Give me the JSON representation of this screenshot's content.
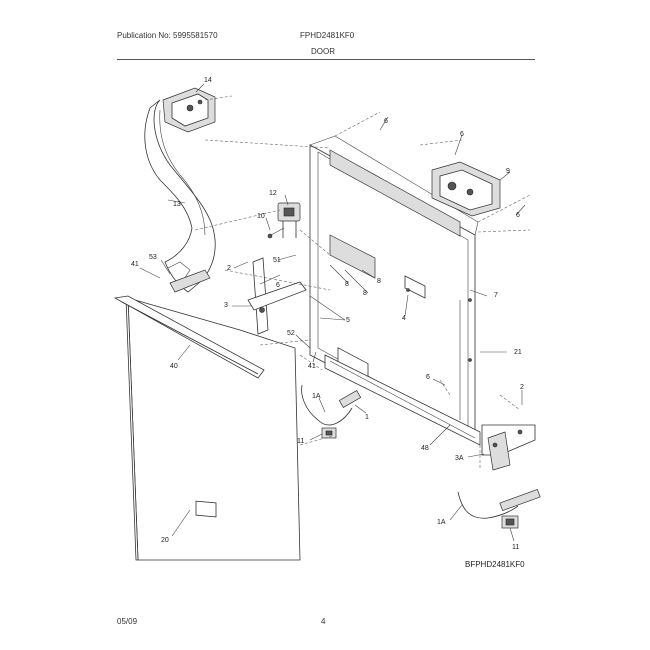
{
  "header": {
    "publication": "Publication No: 5995581570",
    "model": "FPHD2481KF0",
    "section": "DOOR"
  },
  "footer": {
    "date": "05/09",
    "page": "4"
  },
  "diagram": {
    "reference_code": "BFPHD2481KF0",
    "callouts": [
      {
        "id": "c14",
        "text": "14"
      },
      {
        "id": "c13",
        "text": "13"
      },
      {
        "id": "c12",
        "text": "12"
      },
      {
        "id": "c10",
        "text": "10"
      },
      {
        "id": "c53",
        "text": "53"
      },
      {
        "id": "c41a",
        "text": "41"
      },
      {
        "id": "c2a",
        "text": "2"
      },
      {
        "id": "c3",
        "text": "3"
      },
      {
        "id": "c51",
        "text": "51"
      },
      {
        "id": "c6a",
        "text": "6"
      },
      {
        "id": "c6b",
        "text": "6"
      },
      {
        "id": "c6c",
        "text": "6"
      },
      {
        "id": "c6d",
        "text": "6"
      },
      {
        "id": "c6e",
        "text": "6"
      },
      {
        "id": "c9",
        "text": "9"
      },
      {
        "id": "c8a",
        "text": "8"
      },
      {
        "id": "c8b",
        "text": "8"
      },
      {
        "id": "c8c",
        "text": "8"
      },
      {
        "id": "c7",
        "text": "7"
      },
      {
        "id": "c4",
        "text": "4"
      },
      {
        "id": "c5",
        "text": "5"
      },
      {
        "id": "c52",
        "text": "52"
      },
      {
        "id": "c40",
        "text": "40"
      },
      {
        "id": "c41b",
        "text": "41"
      },
      {
        "id": "c21",
        "text": "21"
      },
      {
        "id": "c2b",
        "text": "2"
      },
      {
        "id": "c1",
        "text": "1"
      },
      {
        "id": "c1A",
        "text": "1A"
      },
      {
        "id": "c11",
        "text": "11"
      },
      {
        "id": "c48",
        "text": "48"
      },
      {
        "id": "c3A",
        "text": "3A"
      },
      {
        "id": "c20",
        "text": "20"
      },
      {
        "id": "c1Ab",
        "text": "1A"
      },
      {
        "id": "c11b",
        "text": "11"
      }
    ]
  }
}
